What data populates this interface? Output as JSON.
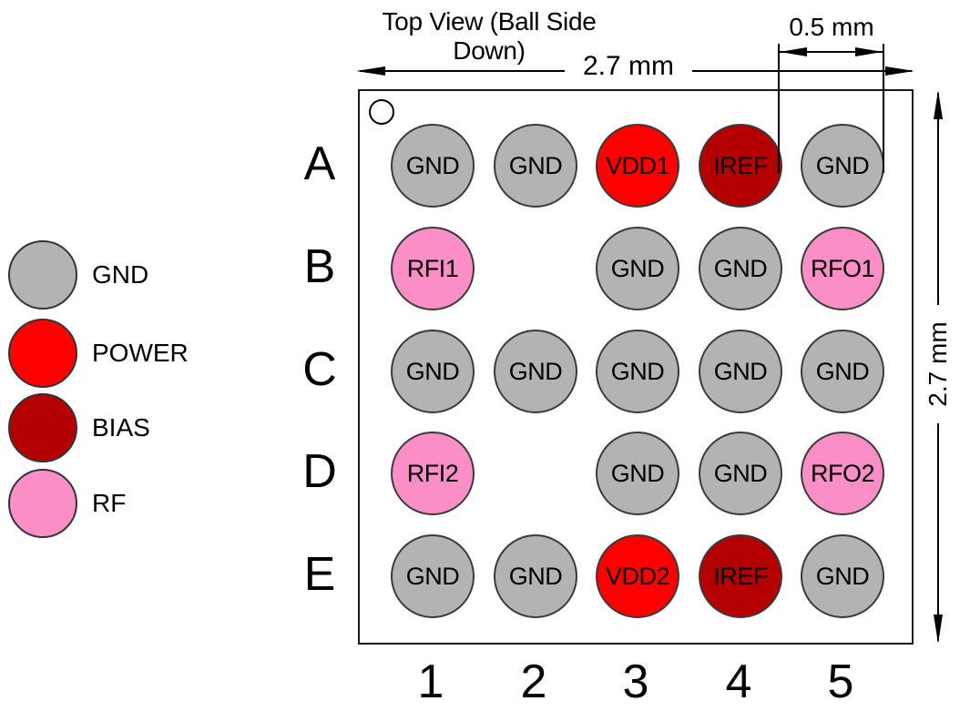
{
  "title": "Top View (Ball Side Down)",
  "dimensions": {
    "width": "2.7 mm",
    "pitch": "0.5 mm",
    "height": "2.7 mm"
  },
  "palette": {
    "gnd": "#B3B3B3",
    "power": "#FF0000",
    "bias": "#B40000",
    "rf": "#FA8FC8",
    "outline": "#333333",
    "line": "#000000"
  },
  "legend": [
    {
      "label": "GND",
      "color": "#B3B3B3"
    },
    {
      "label": "POWER",
      "color": "#FF0000"
    },
    {
      "label": "BIAS",
      "color": "#B40000"
    },
    {
      "label": "RF",
      "color": "#FA8FC8"
    }
  ],
  "grid": {
    "row_labels": [
      "A",
      "B",
      "C",
      "D",
      "E"
    ],
    "col_labels": [
      "1",
      "2",
      "3",
      "4",
      "5"
    ],
    "balls": [
      {
        "id": "A1",
        "label": "GND",
        "type": "gnd",
        "color": "#B3B3B3"
      },
      {
        "id": "A2",
        "label": "GND",
        "type": "gnd",
        "color": "#B3B3B3"
      },
      {
        "id": "A3",
        "label": "VDD1",
        "type": "power",
        "color": "#FF0000"
      },
      {
        "id": "A4",
        "label": "IREF",
        "type": "bias",
        "color": "#B40000"
      },
      {
        "id": "A5",
        "label": "GND",
        "type": "gnd",
        "color": "#B3B3B3"
      },
      {
        "id": "B1",
        "label": "RFI1",
        "type": "rf",
        "color": "#FA8FC8"
      },
      {
        "id": "B3",
        "label": "GND",
        "type": "gnd",
        "color": "#B3B3B3"
      },
      {
        "id": "B4",
        "label": "GND",
        "type": "gnd",
        "color": "#B3B3B3"
      },
      {
        "id": "B5",
        "label": "RFO1",
        "type": "rf",
        "color": "#FA8FC8"
      },
      {
        "id": "C1",
        "label": "GND",
        "type": "gnd",
        "color": "#B3B3B3"
      },
      {
        "id": "C2",
        "label": "GND",
        "type": "gnd",
        "color": "#B3B3B3"
      },
      {
        "id": "C3",
        "label": "GND",
        "type": "gnd",
        "color": "#B3B3B3"
      },
      {
        "id": "C4",
        "label": "GND",
        "type": "gnd",
        "color": "#B3B3B3"
      },
      {
        "id": "C5",
        "label": "GND",
        "type": "gnd",
        "color": "#B3B3B3"
      },
      {
        "id": "D1",
        "label": "RFI2",
        "type": "rf",
        "color": "#FA8FC8"
      },
      {
        "id": "D3",
        "label": "GND",
        "type": "gnd",
        "color": "#B3B3B3"
      },
      {
        "id": "D4",
        "label": "GND",
        "type": "gnd",
        "color": "#B3B3B3"
      },
      {
        "id": "D5",
        "label": "RFO2",
        "type": "rf",
        "color": "#FA8FC8"
      },
      {
        "id": "E1",
        "label": "GND",
        "type": "gnd",
        "color": "#B3B3B3"
      },
      {
        "id": "E2",
        "label": "GND",
        "type": "gnd",
        "color": "#B3B3B3"
      },
      {
        "id": "E3",
        "label": "VDD2",
        "type": "power",
        "color": "#FF0000"
      },
      {
        "id": "E4",
        "label": "IREF",
        "type": "bias",
        "color": "#B40000"
      },
      {
        "id": "E5",
        "label": "GND",
        "type": "gnd",
        "color": "#B3B3B3"
      }
    ]
  }
}
